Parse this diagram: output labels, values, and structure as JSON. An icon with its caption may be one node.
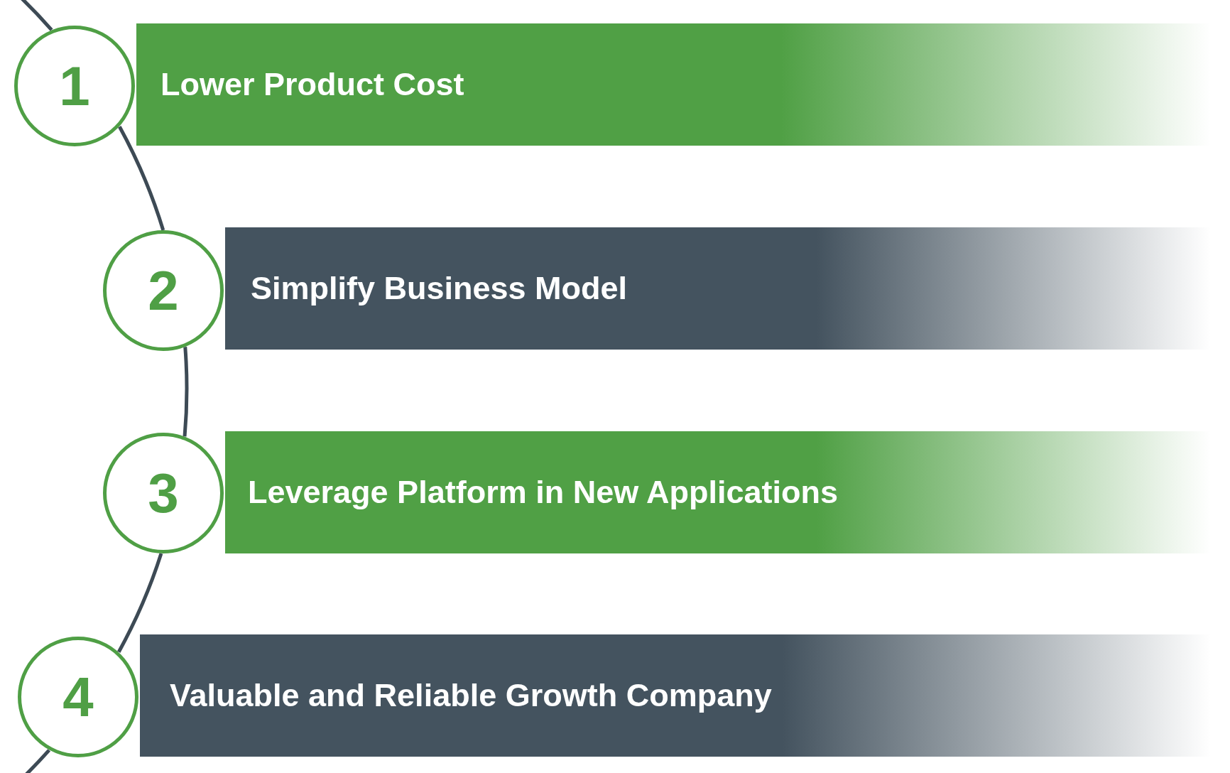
{
  "diagram": {
    "nodes": [
      {
        "text": [
          "1"
        ]
      },
      {
        "text": [
          "Lower Product Cost"
        ]
      },
      {
        "text": [
          "2"
        ]
      },
      {
        "text": [
          "Simplify Business Model"
        ]
      },
      {
        "text": [
          "3"
        ]
      },
      {
        "text": [
          "Leverage Platform in New Applications"
        ]
      },
      {
        "text": [
          "4"
        ]
      },
      {
        "text": [
          "Valuable and Reliable Growth Company"
        ]
      }
    ],
    "edges": [
      {
        "from": 0,
        "to": 2,
        "arrow": "none"
      },
      {
        "from": 2,
        "to": 4,
        "arrow": "none"
      },
      {
        "from": 4,
        "to": 6,
        "arrow": "none"
      }
    ]
  }
}
